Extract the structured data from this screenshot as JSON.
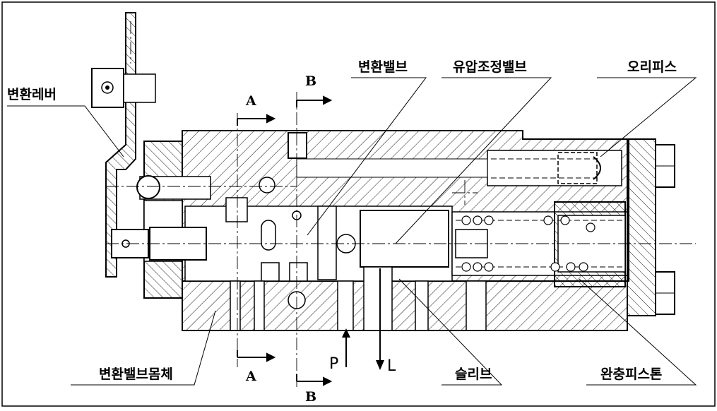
{
  "labels": {
    "lever": "변환레버",
    "switch_valve": "변환밸브",
    "pressure_valve": "유압조정밸브",
    "orifice": "오리피스",
    "valve_body": "변환밸브몸체",
    "sleeve": "슬리브",
    "buffer_piston": "완충피스톤"
  },
  "sections": {
    "a_top": "A",
    "a_bottom": "A",
    "b_top": "B",
    "b_bottom": "B"
  },
  "ports": {
    "pressure": "P",
    "return": "L"
  }
}
